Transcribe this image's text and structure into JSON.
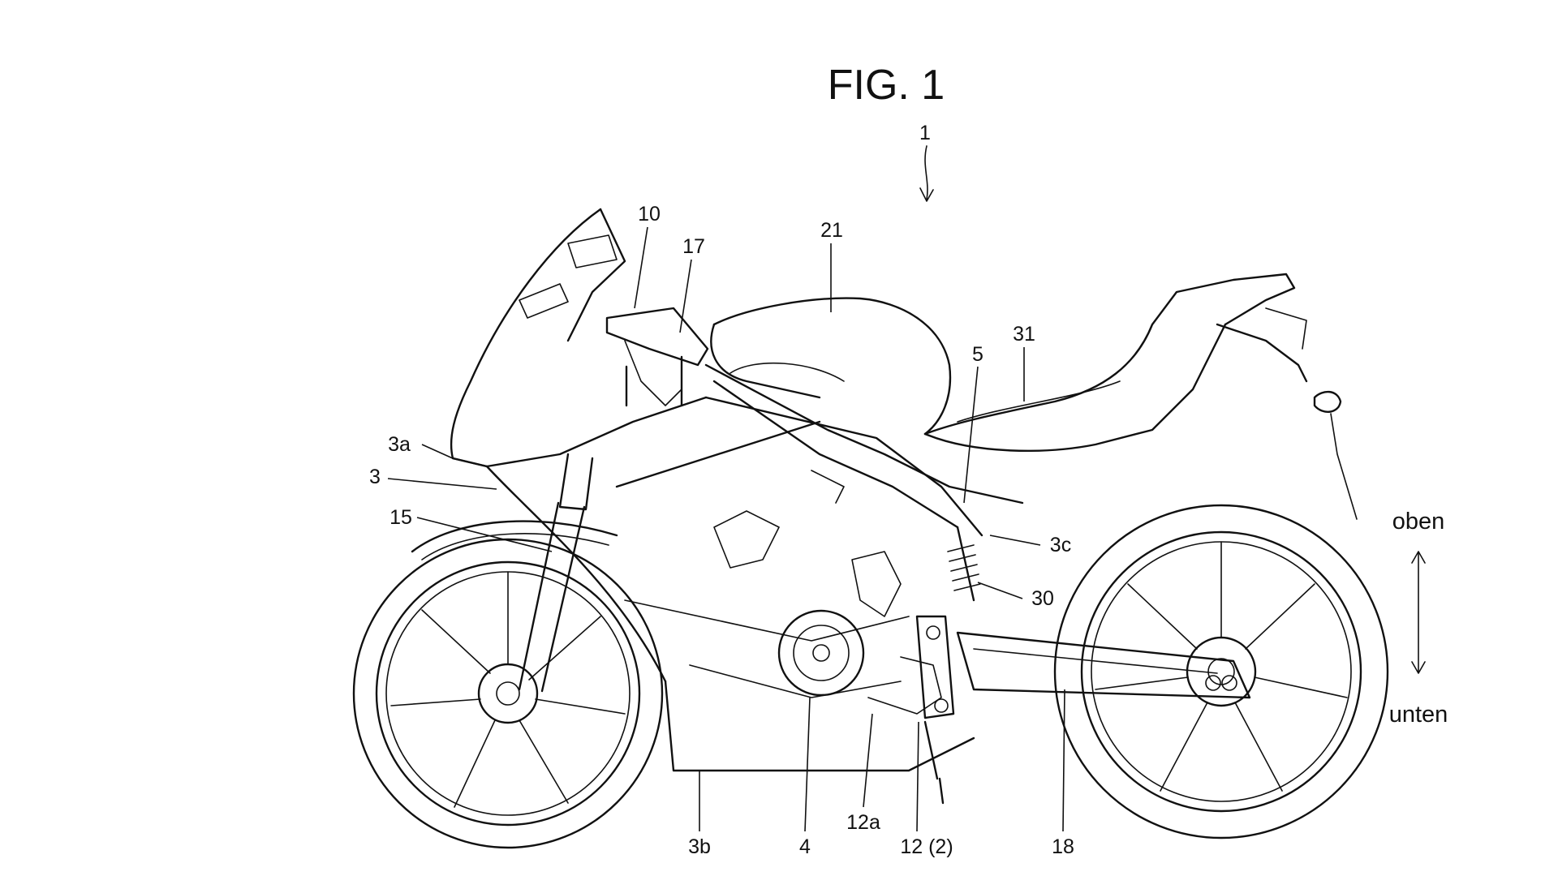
{
  "figure": {
    "title": "FIG. 1",
    "main_ref": "1",
    "direction": {
      "up": "oben",
      "down": "unten"
    },
    "labels": {
      "l10": "10",
      "l17": "17",
      "l21": "21",
      "l5": "5",
      "l31": "31",
      "l3a": "3a",
      "l3": "3",
      "l15": "15",
      "l3c": "3c",
      "l30": "30",
      "l3b": "3b",
      "l4": "4",
      "l12a": "12a",
      "l12": "12 (2)",
      "l18": "18"
    }
  }
}
